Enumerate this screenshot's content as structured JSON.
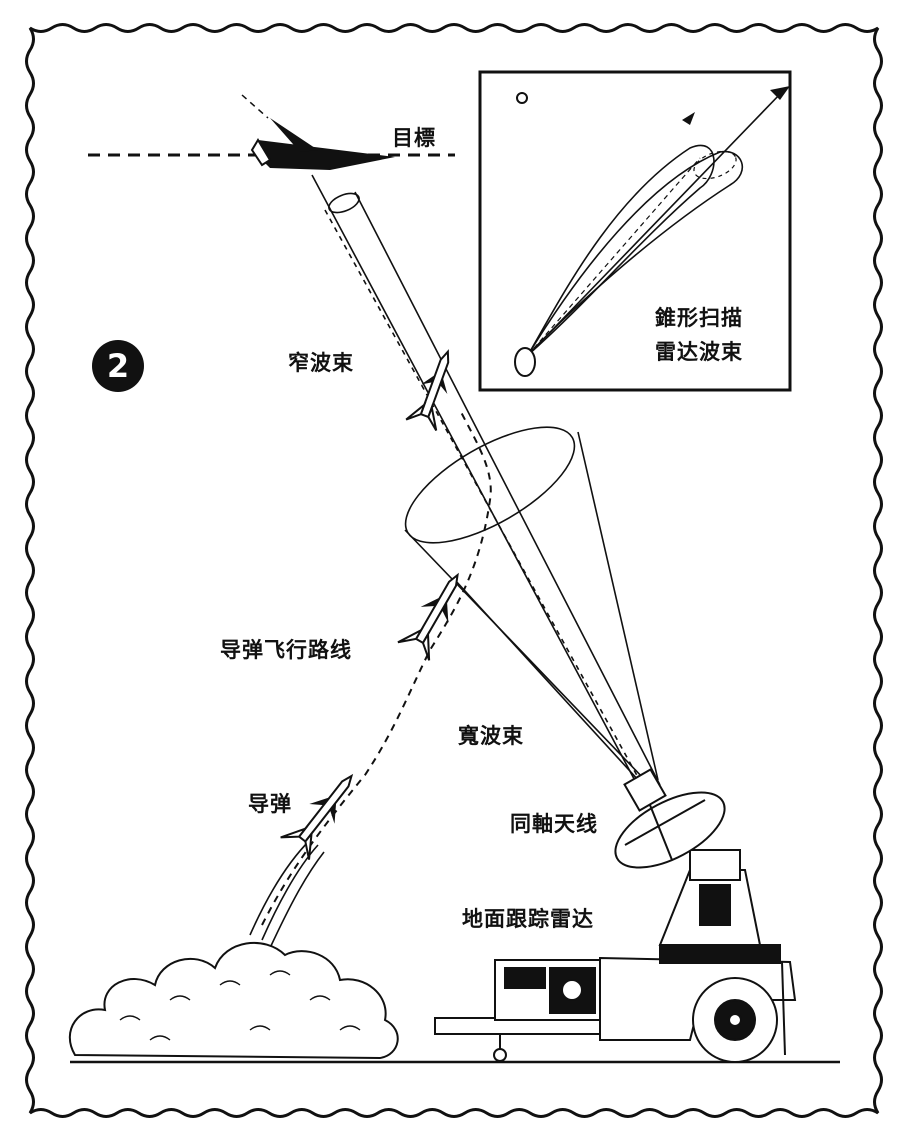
{
  "figure_number": "2",
  "labels": {
    "target": "目標",
    "conical_scan_line1": "錐形扫描",
    "conical_scan_line2": "雷达波束",
    "narrow_beam": "窄波束",
    "missile_flight_path": "导弹飞行路线",
    "wide_beam": "寬波束",
    "missile": "导弹",
    "coaxial_antenna": "同軸天线",
    "ground_tracking_radar": "地面跟踪雷达"
  },
  "colors": {
    "ink": "#111111",
    "paper": "#ffffff"
  }
}
